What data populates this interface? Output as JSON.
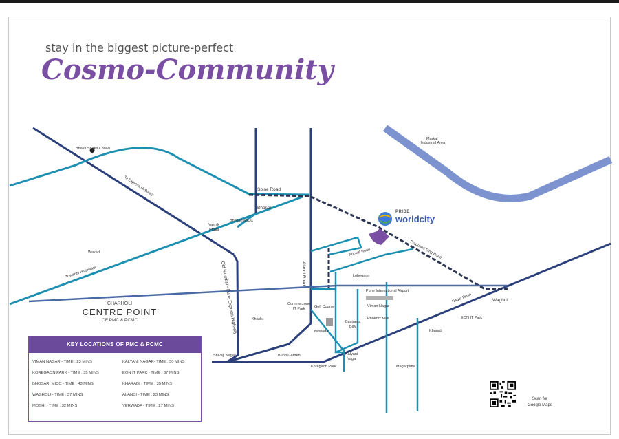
{
  "header": {
    "tagline": "stay in the biggest picture-perfect",
    "brand": "Cosmo-Community"
  },
  "logo": {
    "prefix": "PRIDE",
    "name": "worldcity"
  },
  "centre": {
    "small": "CHARHOLI",
    "title": "CENTRE POINT",
    "subtitle": "OF PMC & PCMC"
  },
  "key_locations": {
    "title": "KEY LOCATIONS OF PMC & PCMC",
    "left": [
      "VIMAN NAGAR - TIME : 23 MINS",
      "KOREGAON PARK - TIME : 35 MINS",
      "BHOSARI MIDC - TIME : 43 MINS",
      "WAGHOLI - TIME : 37 MINS",
      "MOSHI - TIME : 32 MINS"
    ],
    "right": [
      "KALYANI NAGAR- TIME : 30 MINS",
      "EON IT PARK - TIME : 37 MINS",
      "KHARADI - TIME : 35 MINS",
      "ALANDI - TIME : 23 MINS",
      "YERWADA - TIME : 27 MINS"
    ]
  },
  "scan": {
    "line1": "Scan for",
    "line2": "Google Maps"
  },
  "map_labels": {
    "bhakti": "Bhakti Shakti Chowk",
    "to_express": "To Express Highway",
    "spine_road": "Spine Road",
    "bhosari": "Bhosari",
    "bhosari_midc": "Bhosari MIDC",
    "nashik_phata_1": "Nashik",
    "nashik_phata_2": "Phata",
    "wakad": "Wakad",
    "towards_hinjewadi": "Towards Hinjewadi",
    "old_mumbai": "Old Mumbai - Pune Express Highway",
    "alandi_road": "Alandi Road",
    "markal_1": "Markal",
    "markal_2": "Industrial Area",
    "proposed_ring": "Proposed Ring Road",
    "porwal_road": "Porwal Road",
    "lohegaon": "Lohegaon",
    "pune_airport": "Pune International Airport",
    "commerzone_1": "Commerzone",
    "commerzone_2": "IT Park",
    "golf_course": "Golf Course",
    "viman_nagar": "Viman Nagar",
    "phoenix_mall": "Phoenix Mall",
    "nagar_road": "Nagar Road",
    "wagholi": "Wagholi",
    "eon_it_park": "EON IT Park",
    "kharadi": "Kharadi",
    "khadki": "Khadki",
    "business_bay_1": "Business",
    "business_bay_2": "Bay",
    "yerwada": "Yerwada",
    "shivaji_nagar": "Shivaji Nagar",
    "bund_garden": "Bund Garden",
    "kalyani_1": "Kalyani",
    "kalyani_2": "Nagar",
    "koregaon_park": "Koregaon Park",
    "magarpatta": "Magarpatta"
  },
  "colors": {
    "brand_purple": "#7a4fa3",
    "road_navy": "#2b3f7a",
    "road_teal": "#1d8fb0",
    "road_light": "#7c93cf",
    "ring_road": "#2b3553"
  }
}
